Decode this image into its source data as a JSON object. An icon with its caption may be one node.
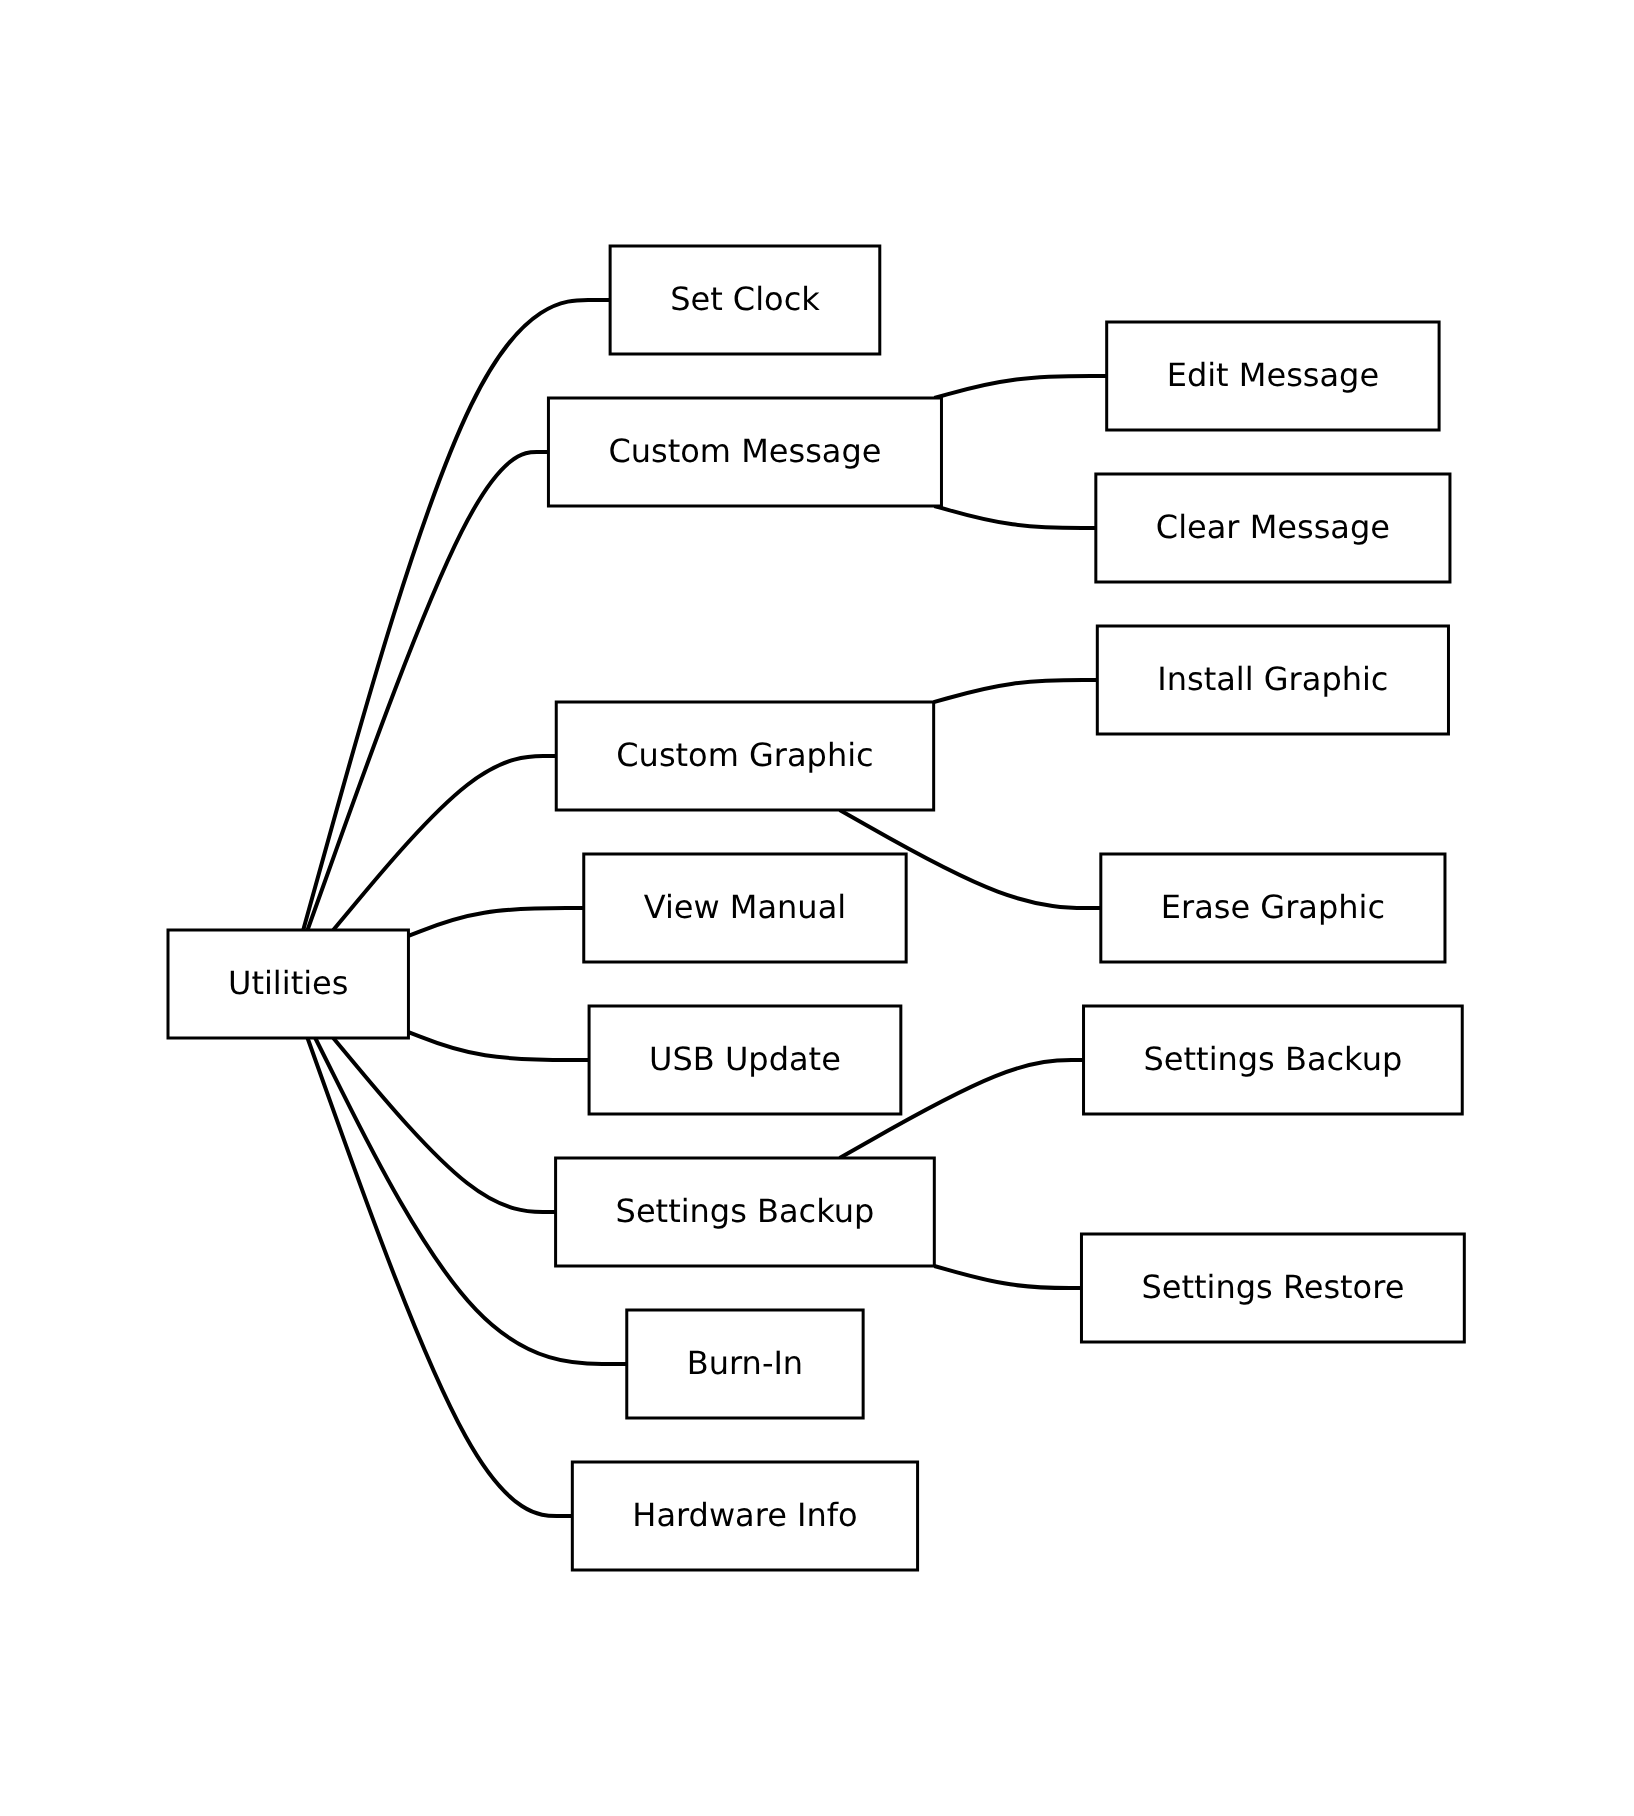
{
  "diagram": {
    "nodes": [
      {
        "text": [
          "Utilities"
        ]
      },
      {
        "text": [
          "Set Clock"
        ]
      },
      {
        "text": [
          "Custom Message"
        ]
      },
      {
        "text": [
          "Edit Message"
        ]
      },
      {
        "text": [
          "Clear Message"
        ]
      },
      {
        "text": [
          "Custom Graphic"
        ]
      },
      {
        "text": [
          "Install Graphic"
        ]
      },
      {
        "text": [
          "Erase Graphic"
        ]
      },
      {
        "text": [
          "View Manual"
        ]
      },
      {
        "text": [
          "USB Update"
        ]
      },
      {
        "text": [
          "Settings Backup"
        ]
      },
      {
        "text": [
          "Settings Backup"
        ]
      },
      {
        "text": [
          "Settings Restore"
        ]
      },
      {
        "text": [
          "Burn-In"
        ]
      },
      {
        "text": [
          "Hardware Info"
        ]
      }
    ],
    "edges": [
      {
        "from": 0,
        "to": 1,
        "arrow": "none"
      },
      {
        "from": 0,
        "to": 2,
        "arrow": "none"
      },
      {
        "from": 2,
        "to": 3,
        "arrow": "none"
      },
      {
        "from": 2,
        "to": 4,
        "arrow": "none"
      },
      {
        "from": 0,
        "to": 5,
        "arrow": "none"
      },
      {
        "from": 5,
        "to": 6,
        "arrow": "none"
      },
      {
        "from": 5,
        "to": 7,
        "arrow": "none"
      },
      {
        "from": 0,
        "to": 8,
        "arrow": "none"
      },
      {
        "from": 0,
        "to": 9,
        "arrow": "none"
      },
      {
        "from": 0,
        "to": 10,
        "arrow": "none"
      },
      {
        "from": 10,
        "to": 11,
        "arrow": "none"
      },
      {
        "from": 10,
        "to": 12,
        "arrow": "none"
      },
      {
        "from": 0,
        "to": 13,
        "arrow": "none"
      },
      {
        "from": 0,
        "to": 14,
        "arrow": "none"
      }
    ]
  }
}
